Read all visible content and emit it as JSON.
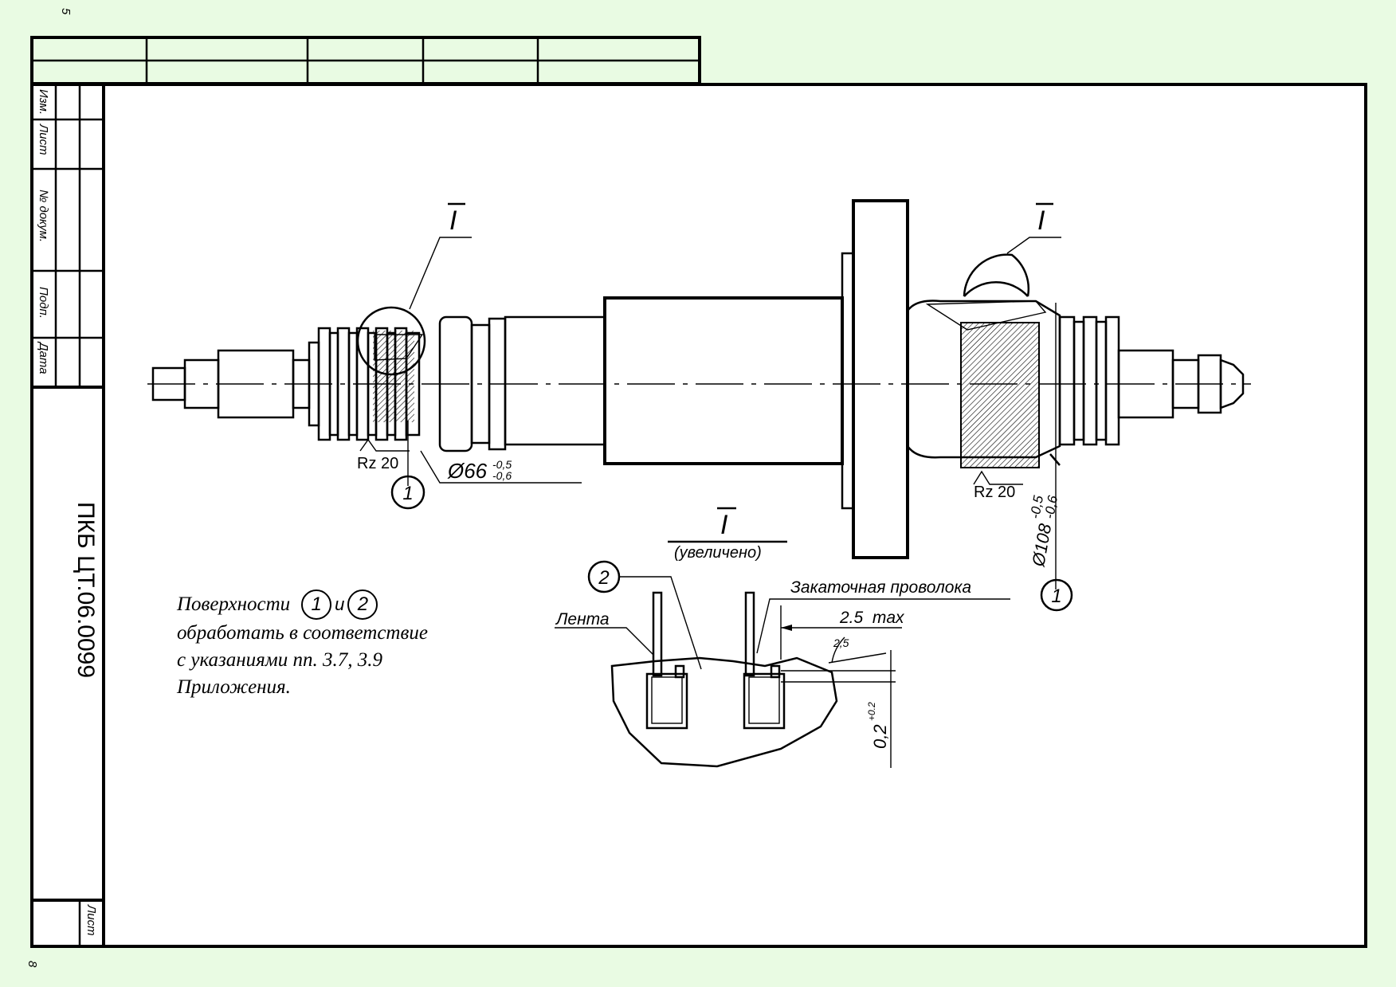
{
  "top_corner_mark": "5",
  "bottom_corner_mark": "8",
  "title_block": {
    "rows": [
      "Изм.",
      "Лист",
      "№ докум.",
      "Подп.",
      "Дата"
    ],
    "document_code": "ПКБ ЦТ.06.0099",
    "sheet_label": "Лист"
  },
  "drawing": {
    "section_mark": "I",
    "roughness_left": "Rz 20",
    "roughness_right": "Rz 20",
    "dimension_left": "Ø66",
    "dimension_left_upper_tol": "-0,5",
    "dimension_left_lower_tol": "-0,6",
    "dimension_right": "Ø108",
    "dimension_right_upper_tol": "-0,5",
    "dimension_right_lower_tol": "-0,6",
    "callout_1": "1",
    "callout_2": "2"
  },
  "detail": {
    "title": "I",
    "subtitle": "(увеличено)",
    "label_tape": "Лента",
    "label_wire": "Закаточная проволока",
    "dim_max": "2.5  max",
    "dim_angle": "2,5",
    "dim_depth": "0,2",
    "dim_depth_tol": "+0.2"
  },
  "note": {
    "prefix": "Поверхности",
    "circle_1": "1",
    "conjunction": "и",
    "circle_2": "2",
    "line2": "обработать в соответствие",
    "line3": "с указаниями пп. 3.7, 3.9",
    "line4": "Приложения."
  }
}
